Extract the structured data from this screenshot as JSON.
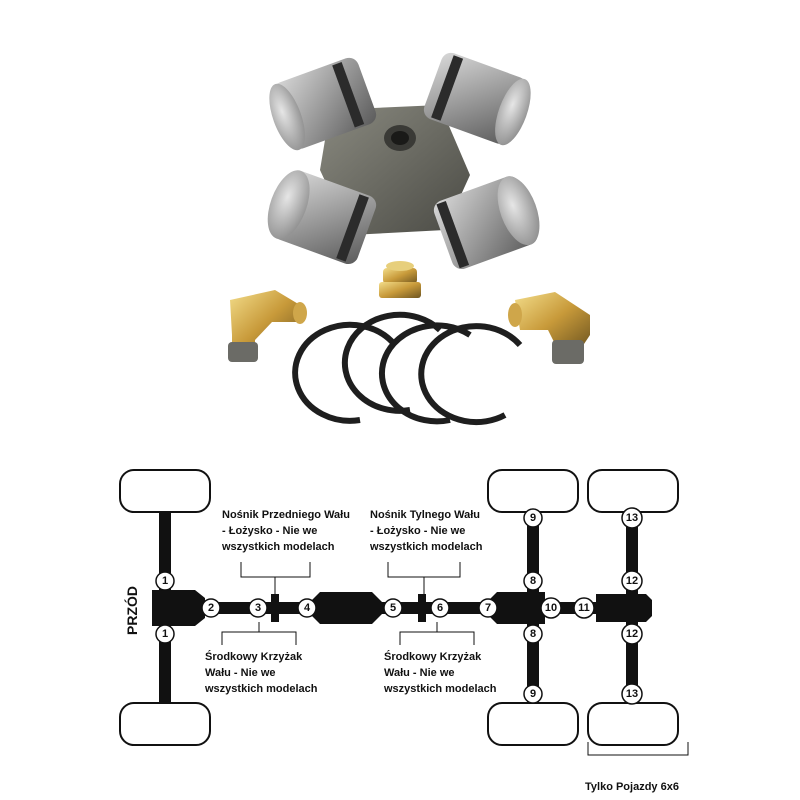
{
  "diagram": {
    "front_label": "PRZÓD",
    "front_carrier_bearing": [
      "Nośnik Przedniego Wału",
      "- Łożysko - Nie we",
      "wszystkich modelach"
    ],
    "rear_carrier_bearing": [
      "Nośnik Tylnego Wału",
      "- Łożysko - Nie we",
      "wszystkich modelach"
    ],
    "center_joint_front": [
      "Środkowy Krzyżak",
      "Wału -    Nie we",
      "wszystkich modelach"
    ],
    "center_joint_rear": [
      "Środkowy Krzyżak",
      "Wału -    Nie we",
      "wszystkich modelach"
    ],
    "six_wheel_note": "Tylko Pojazdy 6x6",
    "markers": {
      "front_axle_top": "1",
      "front_axle_bottom": "1",
      "m2": "2",
      "m3": "3",
      "m4": "4",
      "m5": "5",
      "m6": "6",
      "m7": "7",
      "m8_top": "8",
      "m8_bottom": "8",
      "m9_top": "9",
      "m9_bottom": "9",
      "m10": "10",
      "m11": "11",
      "m12_top": "12",
      "m12_bottom": "12",
      "m13_top": "13",
      "m13_bottom": "13"
    }
  }
}
